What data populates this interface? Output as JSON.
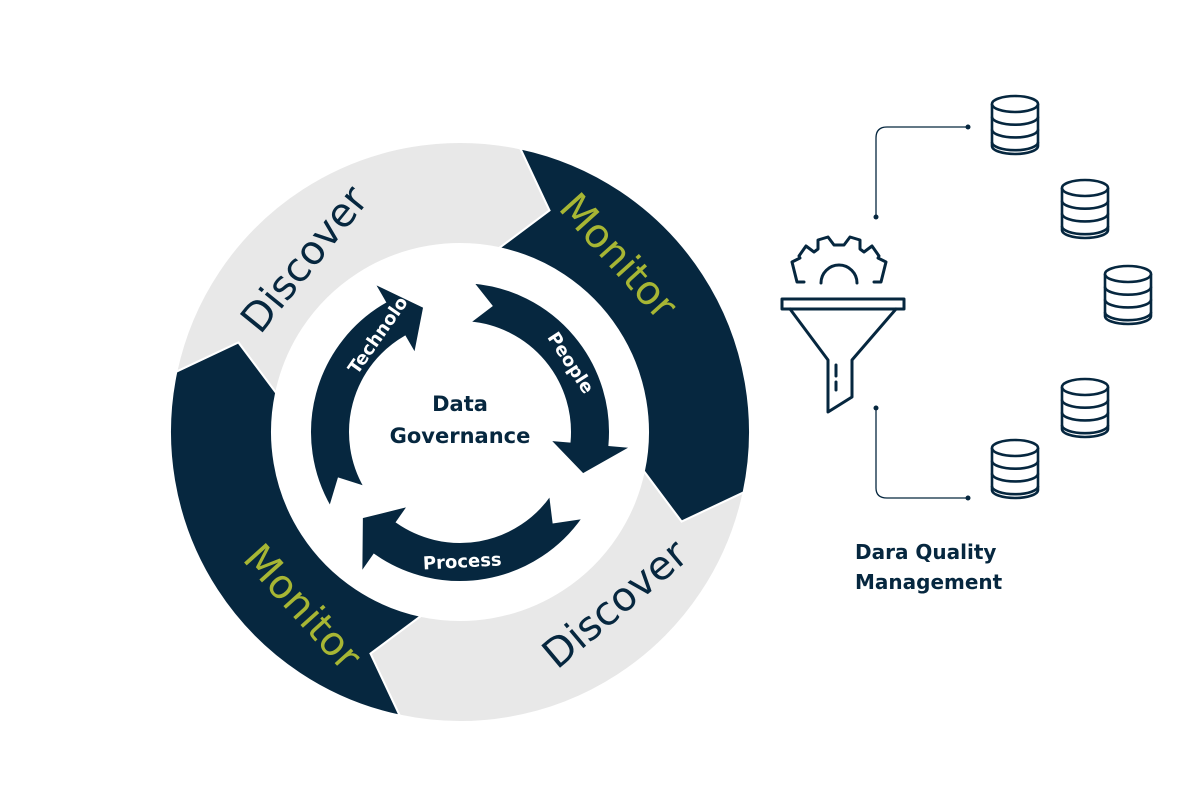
{
  "colors": {
    "navy": "#06273f",
    "light_gray": "#e8e8e8",
    "accent_green": "#a7b634",
    "white": "#ffffff"
  },
  "cycle": {
    "outer_segments": [
      {
        "label": "Discover",
        "style": "light",
        "text_color": "#06273f"
      },
      {
        "label": "Monitor",
        "style": "dark",
        "text_color": "#a7b634"
      },
      {
        "label": "Discover",
        "style": "light",
        "text_color": "#06273f"
      },
      {
        "label": "Monitor",
        "style": "dark",
        "text_color": "#a7b634"
      }
    ],
    "inner_arrows": [
      {
        "label": "Technology"
      },
      {
        "label": "People"
      },
      {
        "label": "Process"
      }
    ],
    "center": {
      "line1": "Data",
      "line2": "Governance"
    }
  },
  "dqm": {
    "icon": "gear-funnel-icon",
    "database_icon": "database-icon",
    "database_count": 5,
    "caption_line1": "Dara Quality",
    "caption_line2": "Management"
  }
}
